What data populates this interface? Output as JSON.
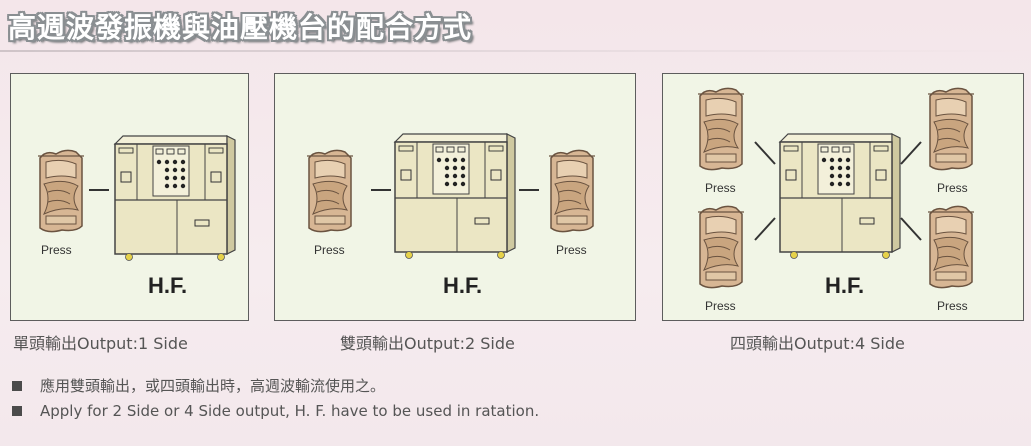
{
  "title": "高週波發振機與油壓機台的配合方式",
  "panels": [
    {
      "press_label": "Press",
      "hf_label": "H.F.",
      "caption": "單頭輸出Output:1 Side"
    },
    {
      "press_label_left": "Press",
      "press_label_right": "Press",
      "hf_label": "H.F.",
      "caption": "雙頭輸出Output:2 Side"
    },
    {
      "press_labels": [
        "Press",
        "Press",
        "Press",
        "Press"
      ],
      "hf_label": "H.F.",
      "caption": "四頭輸出Output:4 Side"
    }
  ],
  "notes": [
    "應用雙頭輸出，或四頭輸出時，高週波輸流使用之。",
    "Apply for 2 Side or 4 Side output, H. F. have to be used in ratation."
  ],
  "colors": {
    "panel_bg": "#f1f5e6",
    "machine_fill": "#ebe6c4",
    "press_fill": "#d7b694",
    "caster": "#e6d24a"
  }
}
